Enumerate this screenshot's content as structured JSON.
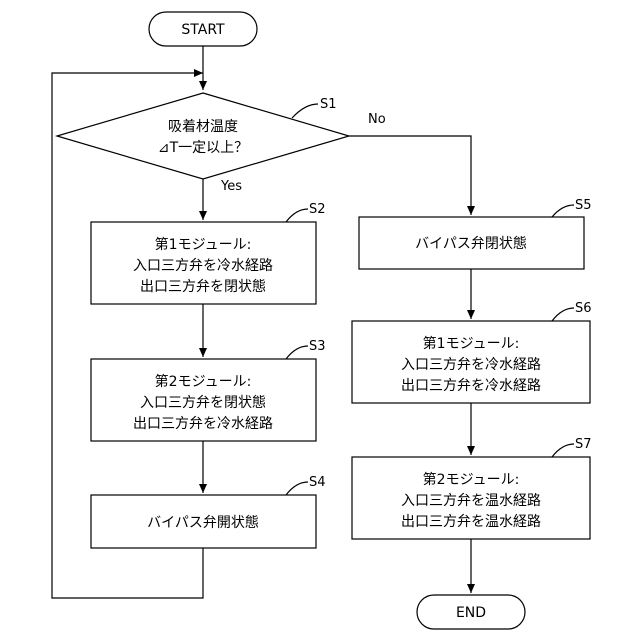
{
  "flowchart": {
    "start": "START",
    "end": "END",
    "decision": {
      "step": "S1",
      "line1": "吸着材温度",
      "line2": "⊿T一定以上？",
      "yes": "Yes",
      "no": "No"
    },
    "left_branch": [
      {
        "step": "S2",
        "lines": [
          "第1モジュール:",
          "入口三方弁を冷水経路",
          "出口三方弁を閉状態"
        ]
      },
      {
        "step": "S3",
        "lines": [
          "第2モジュール:",
          "入口三方弁を閉状態",
          "出口三方弁を冷水経路"
        ]
      },
      {
        "step": "S4",
        "lines": [
          "バイパス弁開状態"
        ]
      }
    ],
    "right_branch": [
      {
        "step": "S5",
        "lines": [
          "バイパス弁閉状態"
        ]
      },
      {
        "step": "S6",
        "lines": [
          "第1モジュール:",
          "入口三方弁を冷水経路",
          "出口三方弁を冷水経路"
        ]
      },
      {
        "step": "S7",
        "lines": [
          "第2モジュール:",
          "入口三方弁を温水経路",
          "出口三方弁を温水経路"
        ]
      }
    ]
  }
}
